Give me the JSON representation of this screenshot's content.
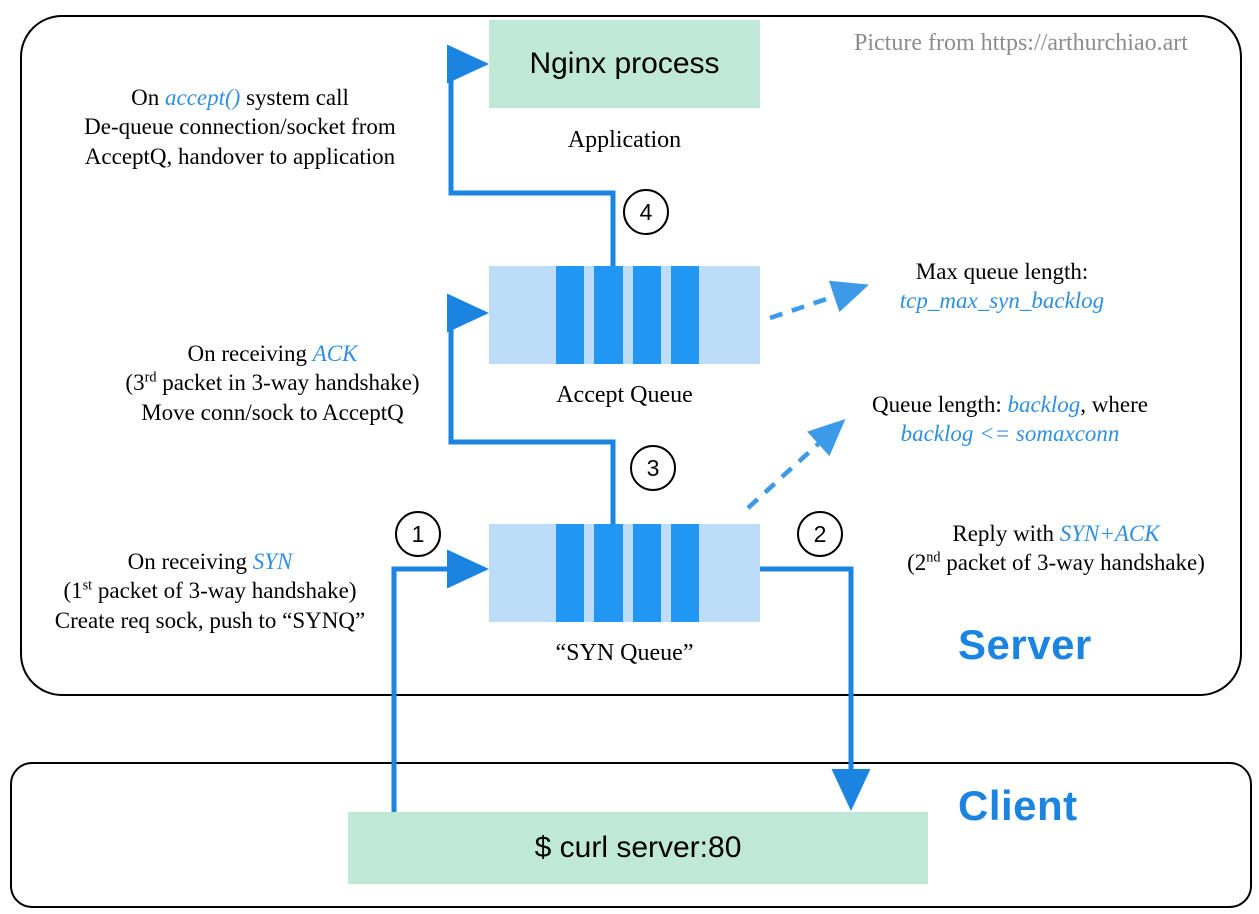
{
  "diagram": {
    "watermark": "Picture from https://arthurchiao.art",
    "zones": [
      {
        "id": "server",
        "label": "Server"
      },
      {
        "id": "client",
        "label": "Client"
      }
    ],
    "accent_color": "#2f8fe0",
    "queue_fill_color": "#2196f3",
    "queue_bg_color": "#bcdcf7",
    "green_box_color": "#bfe8d7",
    "boxes": {
      "nginx": "Nginx process",
      "curl": "$ curl server:80"
    },
    "captions": {
      "application": "Application",
      "accept_queue": "Accept Queue",
      "syn_queue": "“SYN Queue”"
    },
    "queues": {
      "accept": {
        "cells": [
          "empty",
          "empty",
          "filled",
          "empty",
          "filled",
          "empty",
          "filled",
          "empty",
          "filled",
          "empty"
        ]
      },
      "syn": {
        "cells": [
          "empty",
          "empty",
          "filled",
          "empty",
          "filled",
          "empty",
          "filled",
          "empty",
          "filled",
          "empty"
        ]
      }
    },
    "steps": [
      {
        "number": "1"
      },
      {
        "number": "2"
      },
      {
        "number": "3"
      },
      {
        "number": "4"
      }
    ],
    "notes": {
      "accept_call": {
        "line1_pre": "On ",
        "line1_hl": "accept()",
        "line1_post": " system call",
        "line2": "De-queue connection/socket from",
        "line3": "AcceptQ, handover to application"
      },
      "ack": {
        "line1_pre": "On receiving ",
        "line1_hl": "ACK",
        "line2_pre": "(3",
        "line2_sup": "rd",
        "line2_post": " packet in 3-way handshake)",
        "line3": "Move conn/sock to AcceptQ"
      },
      "syn": {
        "line1_pre": "On receiving ",
        "line1_hl": "SYN",
        "line2_pre": "(1",
        "line2_sup": "st",
        "line2_post": " packet of 3-way handshake)",
        "line3": "Create req sock, push to “SYNQ”"
      },
      "max_queue": {
        "line1": "Max queue length:",
        "line2_hl": "tcp_max_syn_backlog"
      },
      "backlog": {
        "line1_pre": "Queue length: ",
        "line1_hl": "backlog",
        "line1_post": ", where",
        "line2_hl": "backlog <= somaxconn"
      },
      "syn_ack": {
        "line1_pre": "Reply with ",
        "line1_hl": "SYN+ACK",
        "line2_pre": "(2",
        "line2_sup": "nd",
        "line2_post": " packet of 3-way handshake)"
      }
    }
  }
}
